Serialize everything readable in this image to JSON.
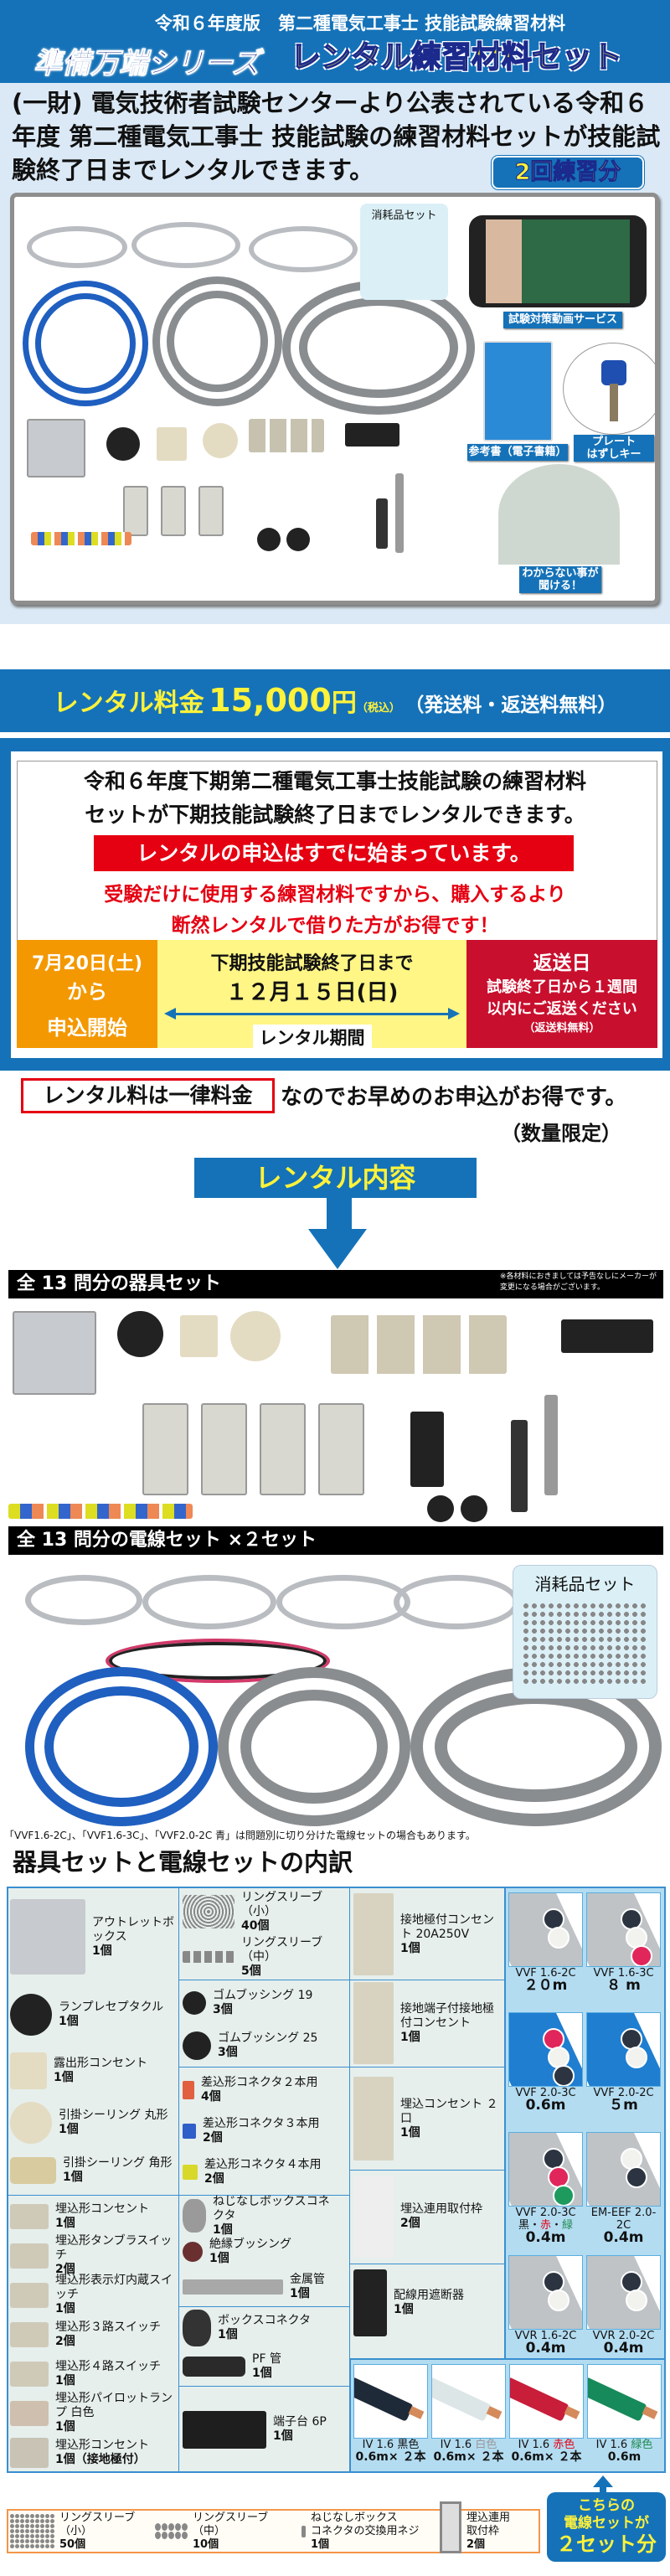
{
  "header": {
    "line1": "令和６年度版　第二種電気工事士 技能試験練習材料",
    "series": "準備万端シリーズ",
    "title": "レンタル練習材料セット"
  },
  "intro": {
    "text": "(一財) 電気技術者試験センターより公表されている令和６年度 第二種電気工事士 技能試験の練習材料セットが技能試験終了日までレンタルできます。",
    "badge": "2回練習分"
  },
  "photo": {
    "consumables": "消耗品セット",
    "video": "試験対策動画サービス",
    "book": "参考書（電子書籍）",
    "key": "プレート\nはずしキー",
    "support": "わからない事が\n聞ける！"
  },
  "price": {
    "label": "レンタル料金",
    "amount": "15,000",
    "yen": "円",
    "tax": "（税込）",
    "shipping": "（発送料・返送料無料）"
  },
  "notice": {
    "line1": "令和６年度下期第二種電気工事士技能試験の練習材料",
    "line2": "セットが下期技能試験終了日までレンタルできます。",
    "banner": "レンタルの申込はすでに始まっています。",
    "red1": "受験だけに使用する練習材料ですから、購入するより",
    "red2": "断然レンタルで借りた方がお得です！"
  },
  "dates": {
    "start_date": "7月20日(土)",
    "start_from": "から",
    "start_label": "申込開始",
    "period_title": "下期技能試験終了日まで",
    "period_date": "１２月１５日(日)",
    "period_label": "レンタル期間",
    "return_title": "返送日",
    "return_line1": "試験終了日から１週間",
    "return_line2": "以内にご返送ください",
    "return_note": "（返送料無料）"
  },
  "flat": {
    "boxed": "レンタル料は一律料金",
    "rest": "なのでお早めのお申込がお得です。",
    "qty": "（数量限定）"
  },
  "contents": {
    "title": "レンタル内容"
  },
  "fixture_bar": {
    "title": "全 13 問分の器具セット",
    "note": "※各材料におきましては予告なしにメーカーが\n変更になる場合がございます。"
  },
  "wire_bar": {
    "title": "全 13 問分の電線セット ×２セット",
    "consumables": "消耗品セット"
  },
  "note": "「VVF1.6-2C」、「VVF1.6-3C」、「VVF2.0-2C 青」は問題別に切り分けた電線セットの場合もあります。",
  "breakdown": {
    "title": "器具セットと電線セットの内訳",
    "items": [
      {
        "name": "アウトレットボックス",
        "count": "1個",
        "icon": "outlet-box"
      },
      {
        "name": "ランプレセプタクル",
        "count": "1個",
        "icon": "lamp-receptacle"
      },
      {
        "name": "露出形コンセント",
        "count": "1個",
        "icon": "exposed-outlet"
      },
      {
        "name": "引掛シーリング 丸形",
        "count": "1個",
        "icon": "ceiling-round"
      },
      {
        "name": "引掛シーリング 角形",
        "count": "1個",
        "icon": "ceiling-square"
      },
      {
        "name": "埋込形コンセント",
        "count": "1個",
        "icon": "embedded-outlet"
      },
      {
        "name": "埋込形タンブラスイッチ",
        "count": "2個",
        "icon": "tumbler-switch"
      },
      {
        "name": "埋込形表示灯内蔵スイッチ",
        "count": "1個",
        "icon": "indicator-switch"
      },
      {
        "name": "埋込形３路スイッチ",
        "count": "2個",
        "icon": "3way-switch"
      },
      {
        "name": "埋込形４路スイッチ",
        "count": "1個",
        "icon": "4way-switch"
      },
      {
        "name": "埋込形パイロットランプ 白色",
        "count": "1個",
        "icon": "pilot-lamp"
      },
      {
        "name": "埋込形コンセント",
        "count": "1個（接地極付）",
        "icon": "grounded-outlet"
      },
      {
        "name": "リングスリーブ（小）",
        "count": "40個",
        "icon": "ring-sleeve-small"
      },
      {
        "name": "リングスリーブ（中）",
        "count": "5個",
        "icon": "ring-sleeve-medium"
      },
      {
        "name": "ゴムブッシング 19",
        "count": "3個",
        "icon": "rubber-bushing"
      },
      {
        "name": "ゴムブッシング 25",
        "count": "3個",
        "icon": "rubber-bushing"
      },
      {
        "name": "差込形コネクタ２本用",
        "count": "4個",
        "icon": "connector-red"
      },
      {
        "name": "差込形コネクタ３本用",
        "count": "2個",
        "icon": "connector-blue"
      },
      {
        "name": "差込形コネクタ４本用",
        "count": "2個",
        "icon": "connector-yellow"
      },
      {
        "name": "ねじなしボックスコネクタ",
        "count": "1個",
        "icon": "screwless-connector"
      },
      {
        "name": "絶縁ブッシング",
        "count": "1個",
        "icon": "insulating-bushing"
      },
      {
        "name": "金属管",
        "count": "1個",
        "icon": "metal-pipe"
      },
      {
        "name": "ボックスコネクタ",
        "count": "1個",
        "icon": "box-connector"
      },
      {
        "name": "PF 管",
        "count": "1個",
        "icon": "pf-pipe"
      },
      {
        "name": "端子台 6P",
        "count": "1個",
        "icon": "terminal-block"
      },
      {
        "name": "接地極付コンセント 20A250V",
        "count": "1個",
        "icon": "20a-outlet"
      },
      {
        "name": "接地端子付接地極付コンセント",
        "count": "1個",
        "icon": "ground-terminal-outlet"
      },
      {
        "name": "埋込コンセント ２口",
        "count": "1個",
        "icon": "double-outlet"
      },
      {
        "name": "埋込連用取付枠",
        "count": "2個",
        "icon": "mounting-frame"
      },
      {
        "name": "配線用遮断器",
        "count": "1個",
        "icon": "breaker"
      }
    ],
    "wires": [
      {
        "name": "VVF 1.6-2C",
        "length": "２０m",
        "sheath": "#bfc3c6",
        "cores": [
          "#2b3440",
          "#f2f2ee"
        ]
      },
      {
        "name": "VVF 1.6-3C",
        "length": "８ m",
        "sheath": "#bfc3c6",
        "cores": [
          "#2b3440",
          "#f2f2ee",
          "#e0265a"
        ]
      },
      {
        "name": "VVF 2.0-3C",
        "length": "0.6m",
        "sheath": "#1f7ed0",
        "cores": [
          "#e0265a",
          "#f2f2ee",
          "#2b3440"
        ]
      },
      {
        "name": "VVF 2.0-2C",
        "length": "５m",
        "sheath": "#1f7ed0",
        "cores": [
          "#2b3440",
          "#f2f2ee"
        ]
      },
      {
        "name": "VVF 2.0-3C",
        "colors": [
          "黒",
          "赤",
          "緑"
        ],
        "length": "0.4m",
        "sheath": "#bfc3c6",
        "cores": [
          "#2b3440",
          "#e0265a",
          "#1f9a5e"
        ]
      },
      {
        "name": "EM-EEF 2.0-2C",
        "length": "0.4m",
        "sheath": "#bfc3c6",
        "cores": [
          "#f2f2ee",
          "#2b3440"
        ]
      },
      {
        "name": "VVR 1.6-2C",
        "length": "0.4m",
        "sheath": "#bfc3c6",
        "cores": [
          "#2b3440",
          "#f2f2ee"
        ]
      },
      {
        "name": "VVR 2.0-2C",
        "length": "0.4m",
        "sheath": "#bfc3c6",
        "cores": [
          "#2b3440",
          "#f2f2ee"
        ]
      }
    ],
    "iv": [
      {
        "name": "IV 1.6",
        "color_label": "黒色",
        "label_color": "#111111",
        "length": "0.6m× ２本",
        "wire_color": "#1f2a38"
      },
      {
        "name": "IV 1.6",
        "color_label": "白色",
        "label_color": "#999999",
        "length": "0.6m× ２本",
        "wire_color": "#dde6e6"
      },
      {
        "name": "IV 1.6",
        "color_label": "赤色",
        "label_color": "#e50012",
        "length": "0.6m× ２本",
        "wire_color": "#c81e3a"
      },
      {
        "name": "IV 1.6",
        "color_label": "緑色",
        "label_color": "#1f8a4e",
        "length": "0.6m",
        "wire_color": "#168a5a"
      }
    ],
    "consumables": [
      {
        "name": "リングスリーブ\n（小）",
        "count": "50個"
      },
      {
        "name": "リングスリーブ\n（中）",
        "count": "10個"
      },
      {
        "name": "ねじなしボックス\nコネクタの交換用ネジ",
        "count": "1個"
      },
      {
        "name": "埋込連用\n取付枠",
        "count": "2個"
      }
    ],
    "callout": {
      "line1": "こちらの",
      "line2": "電線セットが",
      "line3": "２セット分"
    }
  },
  "colors": {
    "brand_blue": "#1572b8",
    "accent_yellow": "#fff23a",
    "alert_red": "#e50012",
    "orange": "#f39800",
    "light_yellow": "#fff685",
    "dark_red": "#c8102e"
  }
}
